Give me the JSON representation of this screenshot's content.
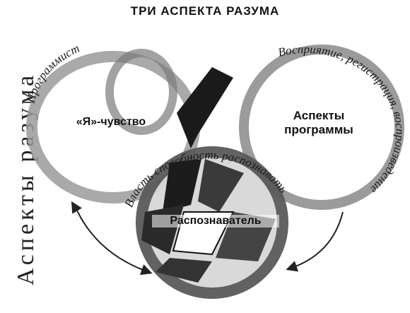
{
  "title": "ТРИ АСПЕКТА РАЗУМА",
  "side_label": "Аспекты разума",
  "nodes": {
    "ya_chuvstvo": "«Я»-чувство",
    "aspekty_programmy": "Аспекты программы",
    "raspoznavatel": "Распознаватель"
  },
  "ring_labels": {
    "programmist": "Программист",
    "vospriyatie": "Восприятие, регистрация, воспроизведение",
    "vlast": "Власть способность распознавать"
  },
  "colors": {
    "ink": "#111111",
    "gray_ring": "#9a9a9a",
    "dark": "#222222"
  }
}
